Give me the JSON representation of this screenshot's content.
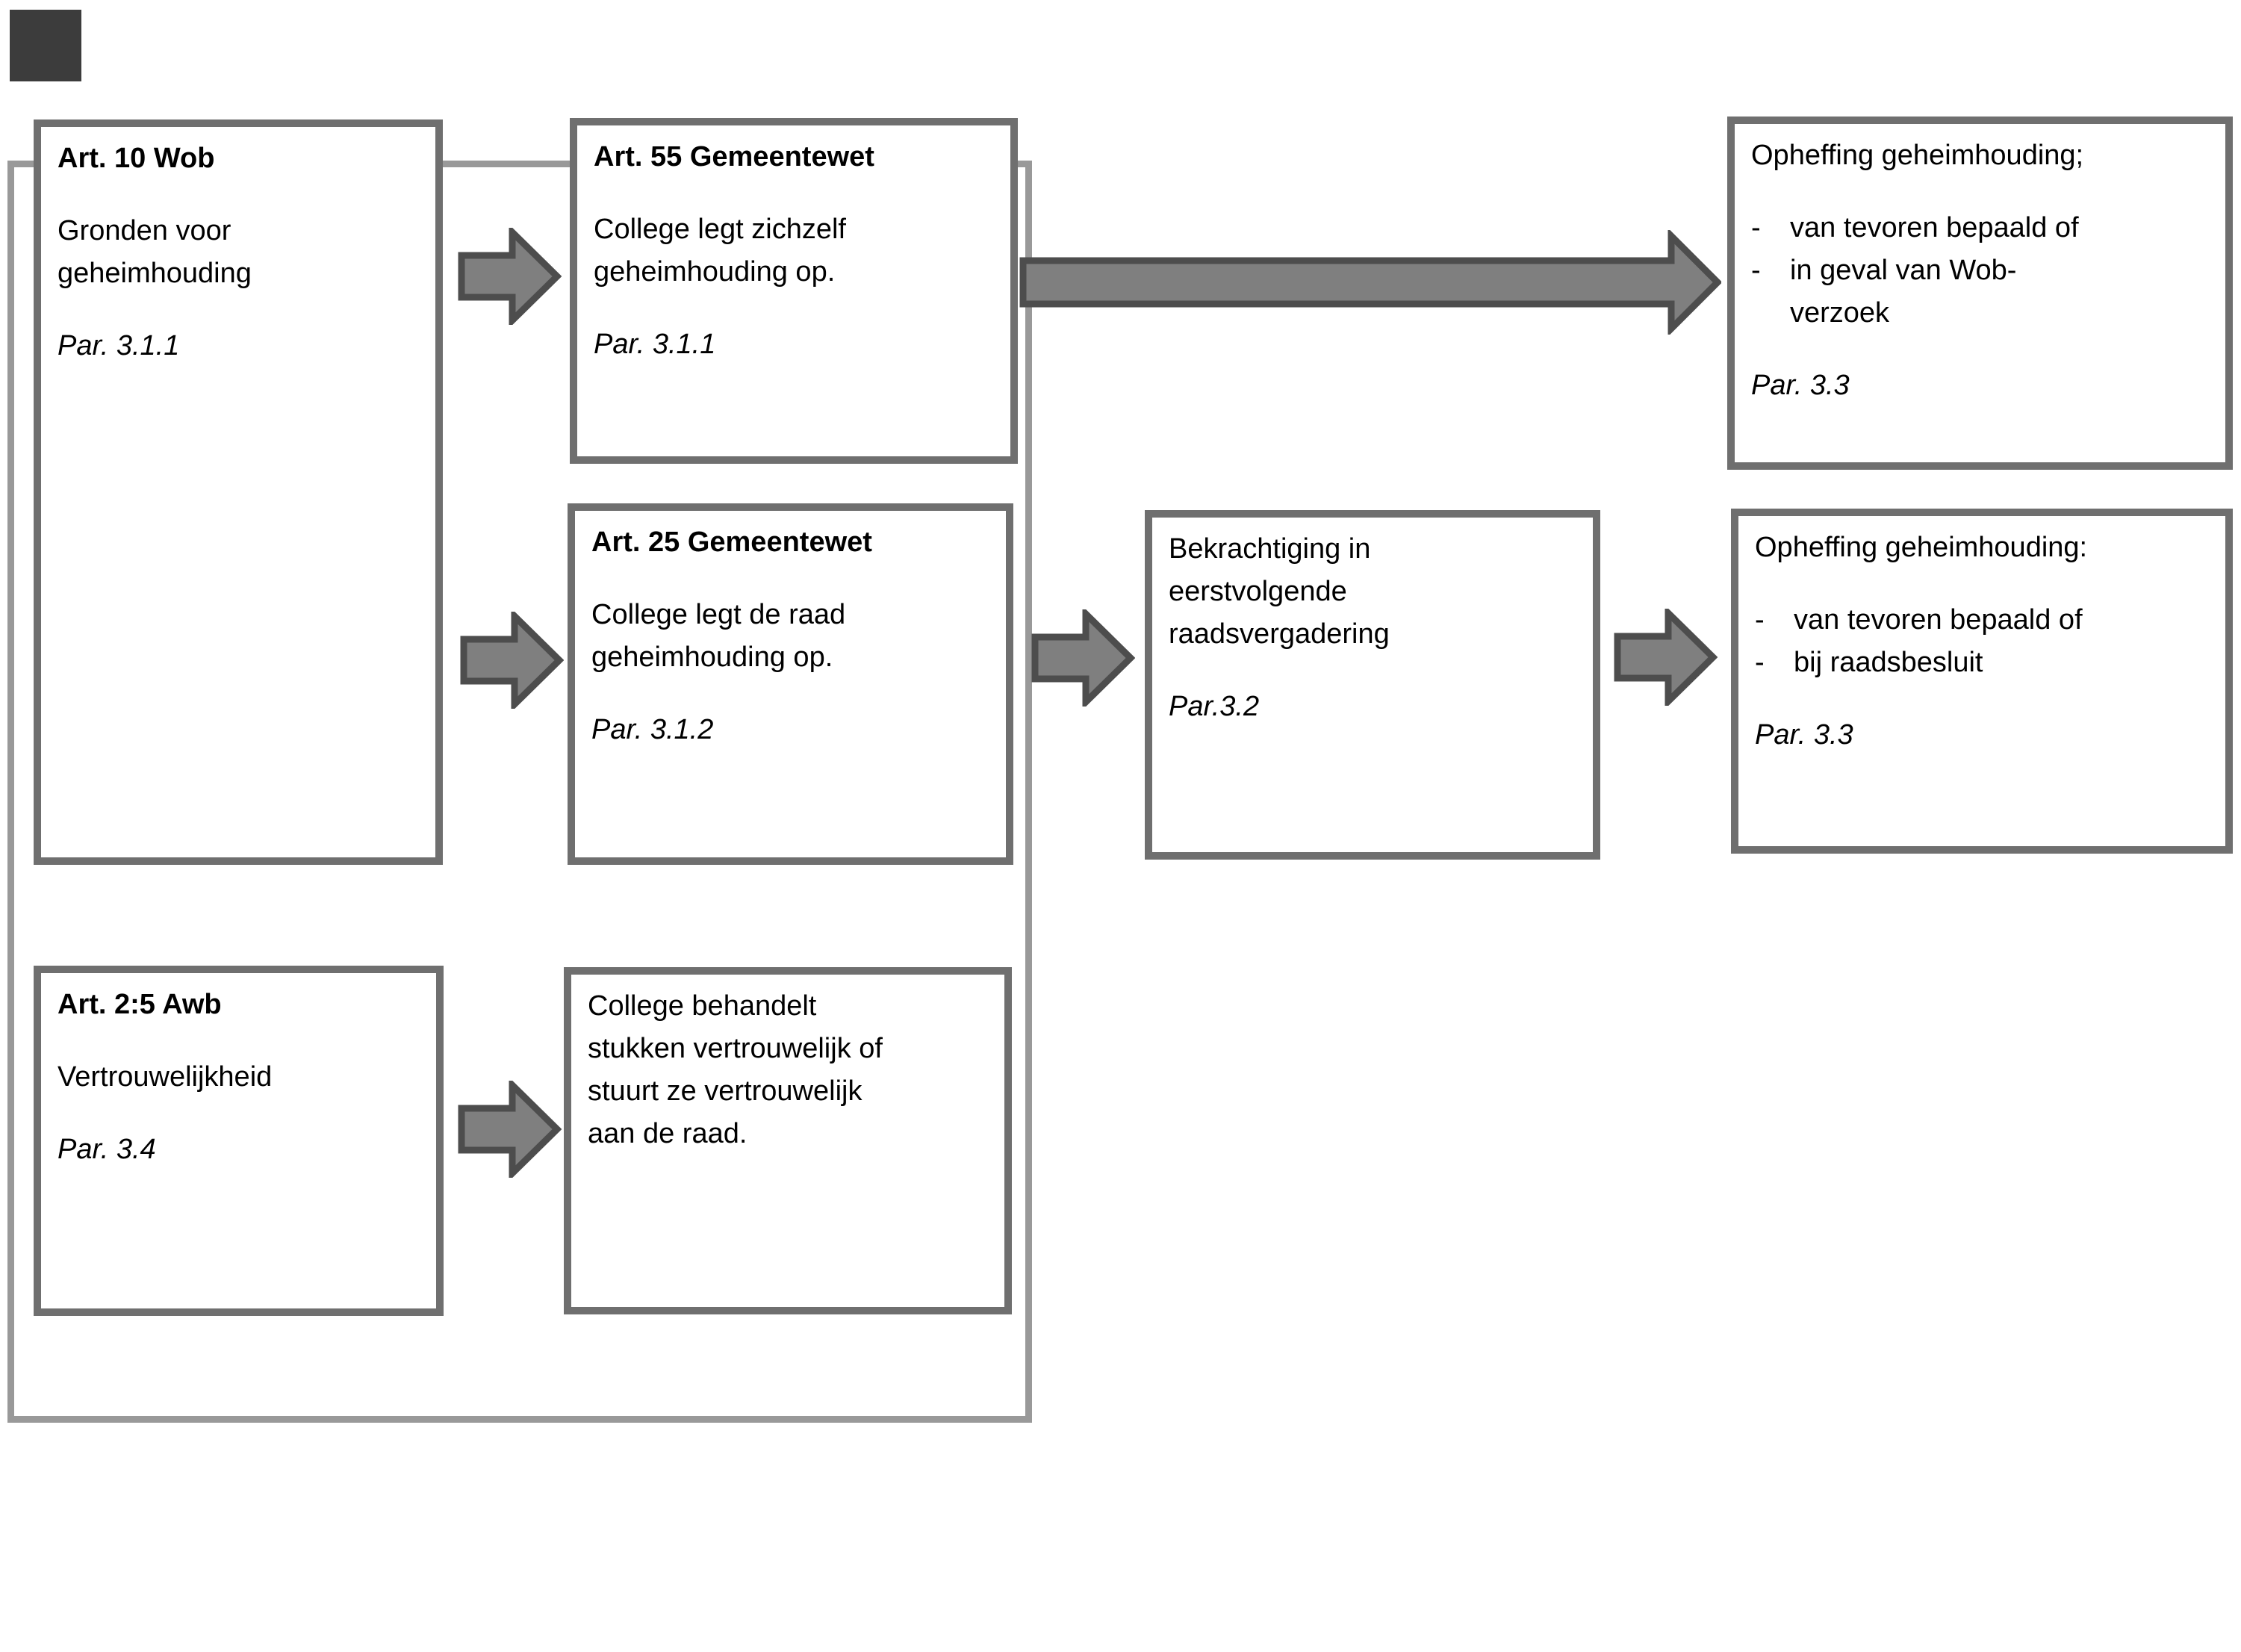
{
  "diagram": {
    "bullet_dash": "-",
    "colors": {
      "frame_border": "#999999",
      "box_border": "#6f6f6f",
      "arrow_fill": "#7f7f7f",
      "arrow_outline": "#4d4d4d",
      "text": "#000000",
      "corner_square": "#3c3c3c",
      "background": "#ffffff"
    },
    "boxes": [
      {
        "key": "art-10-wob",
        "title": "Art. 10 Wob",
        "body": "Gronden voor\ngeheimhouding",
        "par": "Par. 3.1.1"
      },
      {
        "key": "art-55-gemeentewet",
        "title": "Art. 55 Gemeentewet",
        "body": "College legt zichzelf\ngeheimhouding op.",
        "par": "Par. 3.1.1"
      },
      {
        "key": "art-25-gemeentewet",
        "title": "Art. 25 Gemeentewet",
        "body": "College legt de raad\ngeheimhouding op.",
        "par": "Par. 3.1.2"
      },
      {
        "key": "bekrachtiging",
        "body": "Bekrachtiging in\neerstvolgende\nraadsvergadering",
        "par": "Par.3.2"
      },
      {
        "key": "opheffing-wob",
        "intro": "Opheffing geheimhouding;",
        "bullets": [
          "van tevoren bepaald of",
          "in geval van Wob-\nverzoek"
        ],
        "par": "Par. 3.3"
      },
      {
        "key": "opheffing-raadsbesluit",
        "intro": "Opheffing geheimhouding:",
        "bullets": [
          "van tevoren bepaald of",
          "bij raadsbesluit"
        ],
        "par": "Par. 3.3"
      },
      {
        "key": "art-2-5-awb",
        "title": "Art. 2:5 Awb",
        "body": "Vertrouwelijkheid",
        "par": "Par. 3.4"
      },
      {
        "key": "college-vertrouwelijk",
        "body": "College behandelt\nstukken vertrouwelijk of\nstuurt ze vertrouwelijk\naan de raad."
      }
    ]
  }
}
